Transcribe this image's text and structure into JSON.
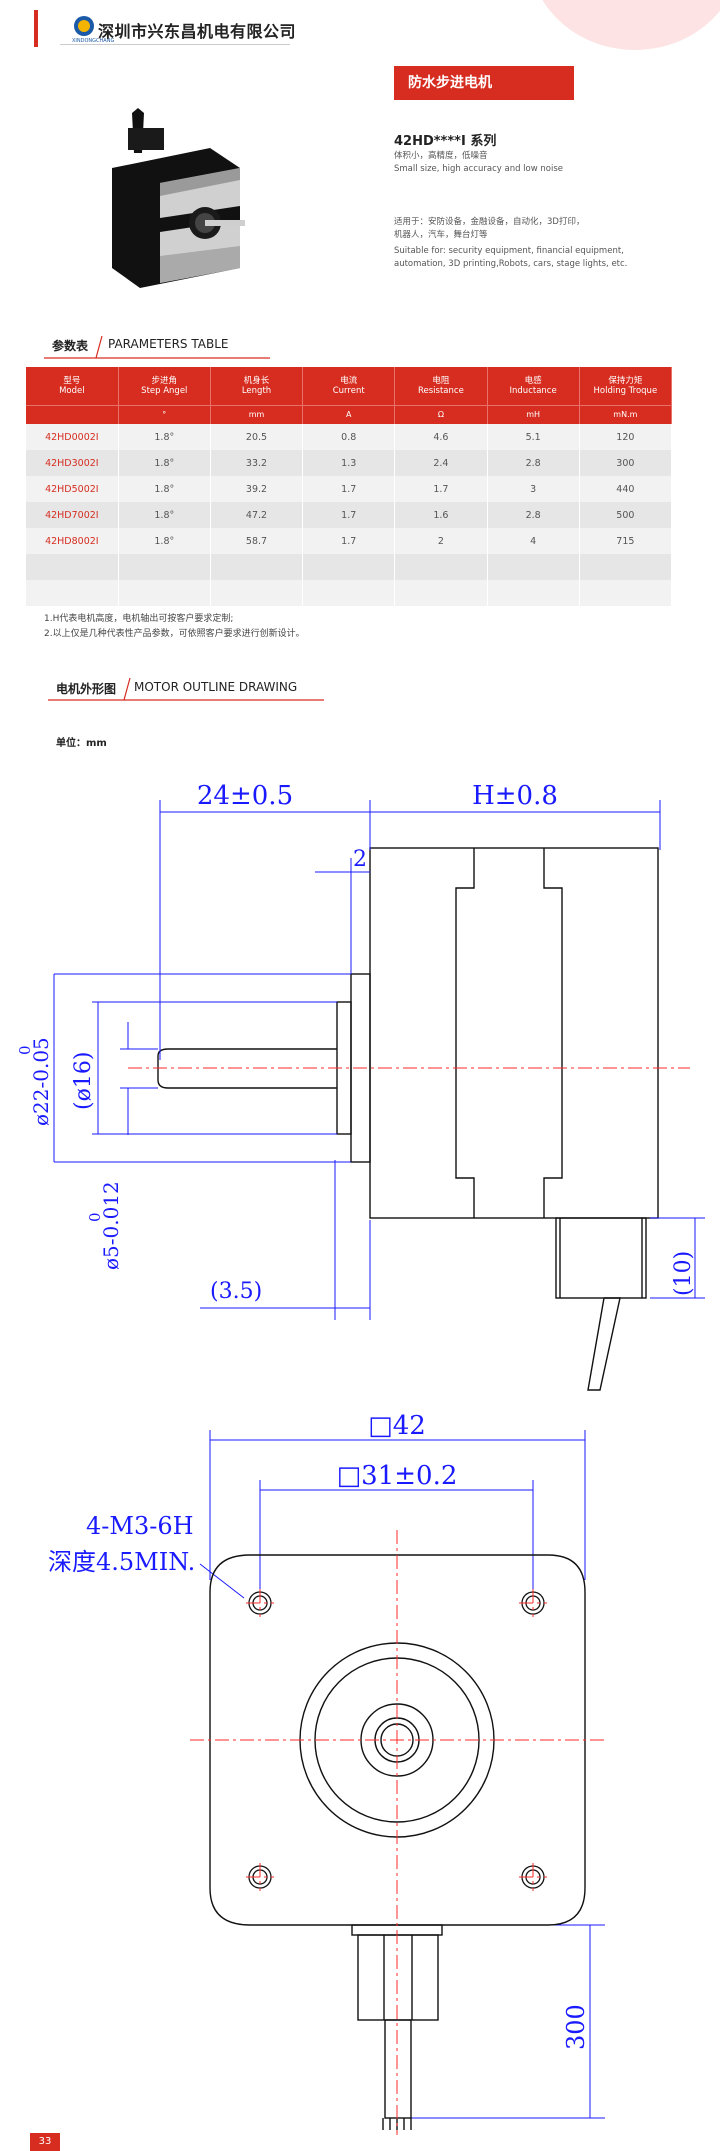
{
  "header": {
    "company": "深圳市兴东昌机电有限公司",
    "logo_sub": "XINDONGCHANG"
  },
  "product": {
    "badge": "防水步进电机",
    "series": "42HD****I 系列",
    "desc_cn": "体积小，高精度，低噪音",
    "desc_en": "Small size, high accuracy and low noise",
    "apps_cn_1": "适用于：安防设备，金融设备，自动化，3D打印，",
    "apps_cn_2": "机器人，汽车，舞台灯等",
    "apps_en_1": "Suitable for: security equipment, financial equipment,",
    "apps_en_2": "automation, 3D printing,Robots, cars, stage lights, etc."
  },
  "params_section": {
    "title_cn": "参数表",
    "title_en": "PARAMETERS TABLE"
  },
  "table": {
    "headers": [
      {
        "cn": "型号",
        "en": "Model",
        "unit": ""
      },
      {
        "cn": "步进角",
        "en": "Step Angel",
        "unit": "°"
      },
      {
        "cn": "机身长",
        "en": "Length",
        "unit": "mm"
      },
      {
        "cn": "电流",
        "en": "Current",
        "unit": "A"
      },
      {
        "cn": "电阻",
        "en": "Resistance",
        "unit": "Ω"
      },
      {
        "cn": "电感",
        "en": "Inductance",
        "unit": "mH"
      },
      {
        "cn": "保持力矩",
        "en": "Holding Troque",
        "unit": "mN.m"
      }
    ],
    "rows": [
      [
        "42HD0002I",
        "1.8°",
        "20.5",
        "0.8",
        "4.6",
        "5.1",
        "120"
      ],
      [
        "42HD3002I",
        "1.8°",
        "33.2",
        "1.3",
        "2.4",
        "2.8",
        "300"
      ],
      [
        "42HD5002I",
        "1.8°",
        "39.2",
        "1.7",
        "1.7",
        "3",
        "440"
      ],
      [
        "42HD7002I",
        "1.8°",
        "47.2",
        "1.7",
        "1.6",
        "2.8",
        "500"
      ],
      [
        "42HD8002I",
        "1.8°",
        "58.7",
        "1.7",
        "2",
        "4",
        "715"
      ],
      [
        "",
        "",
        "",
        "",
        "",
        "",
        ""
      ],
      [
        "",
        "",
        "",
        "",
        "",
        "",
        ""
      ]
    ]
  },
  "notes": {
    "n1": "1.H代表电机高度，电机轴出可按客户要求定制;",
    "n2": "2.以上仅是几种代表性产品参数，可依照客户要求进行创新设计。"
  },
  "drawing_section": {
    "title_cn": "电机外形图",
    "title_en": "MOTOR OUTLINE DRAWING",
    "unit": "单位：mm"
  },
  "drawing": {
    "dim_24": "24±0.5",
    "dim_h": "H±0.8",
    "dim_2": "2",
    "dim_22": "ø22-0.05",
    "dim_22_sup": "0",
    "dim_16": "(ø16)",
    "dim_5": "ø5-0.012",
    "dim_5_sup": "0",
    "dim_35": "(3.5)",
    "dim_10": "(10)",
    "dim_42": "□42",
    "dim_31": "□31±0.2",
    "hole_spec": "4-M3-6H",
    "hole_depth": "深度4.5MIN.",
    "dim_300": "300"
  },
  "footer": {
    "page": "33"
  },
  "colors": {
    "accent": "#d62d20",
    "dimension": "#1a1aff",
    "centerline": "#ff2a2a"
  }
}
